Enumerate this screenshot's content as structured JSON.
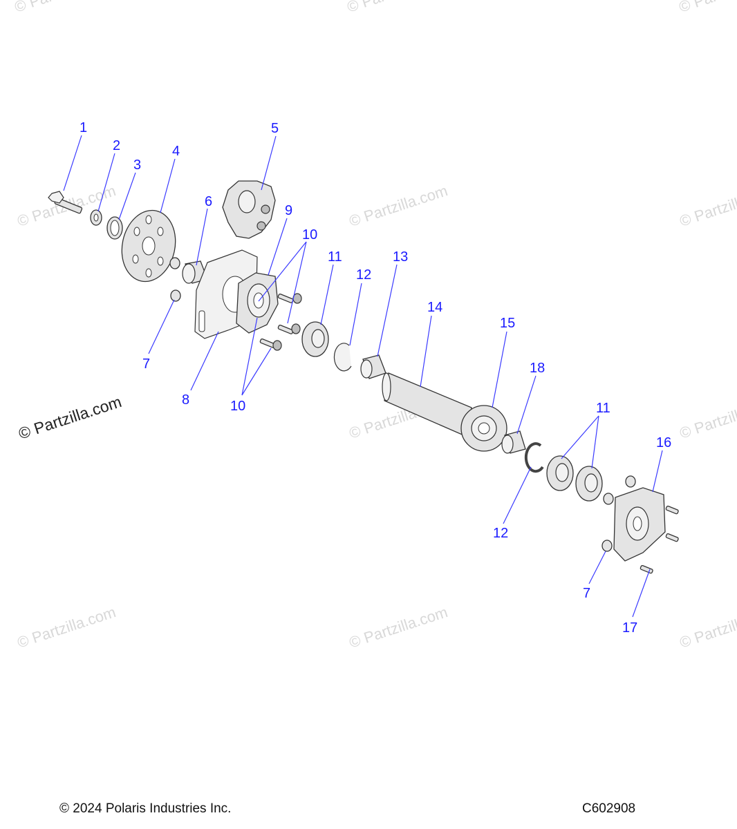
{
  "watermark_text": "© Partzilla.com",
  "callouts": [
    "1",
    "2",
    "3",
    "4",
    "5",
    "6",
    "7",
    "8",
    "9",
    "10",
    "11",
    "12",
    "13",
    "14",
    "15",
    "16",
    "17",
    "18"
  ],
  "footer": {
    "copyright": "© 2024 Polaris Industries Inc.",
    "diagram_code": "C602908"
  },
  "colors": {
    "callout_text": "#1a1aff",
    "leader_line": "#3a3aff",
    "watermark": "#d8d8d8"
  }
}
